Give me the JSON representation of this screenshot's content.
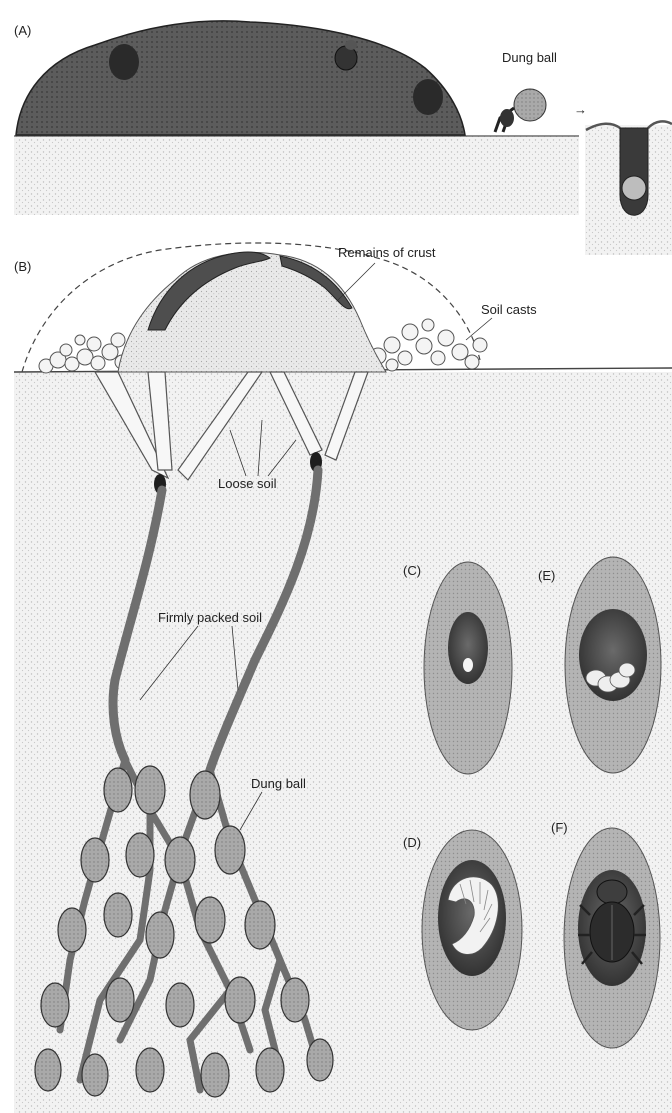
{
  "panels": {
    "a": "(A)",
    "b": "(B)",
    "c": "(C)",
    "d": "(D)",
    "e": "(E)",
    "f": "(F)"
  },
  "labels": {
    "dung_ball_top": "Dung ball",
    "remains_of_crust": "Remains of crust",
    "soil_casts": "Soil casts",
    "loose_soil": "Loose soil",
    "firmly_packed_soil": "Firmly packed soil",
    "dung_ball_bottom": "Dung ball"
  },
  "arrow": "→"
}
